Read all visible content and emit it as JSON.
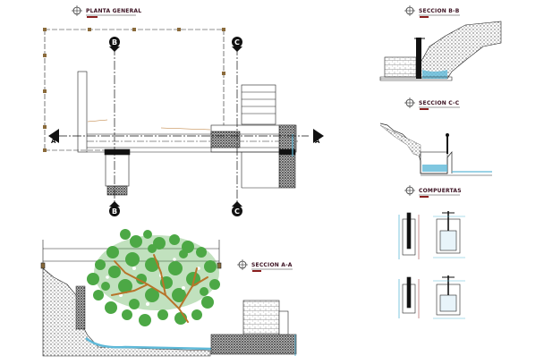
{
  "titles": {
    "planta": "PLANTA GENERAL",
    "seccion_bb": "SECCION B-B",
    "seccion_cc": "SECCION C-C",
    "seccion_aa": "SECCION A-A",
    "compuertas": "COMPUERTAS"
  },
  "markers": {
    "a": "A",
    "b": "B",
    "c": "C"
  },
  "colors": {
    "line": "#111111",
    "dim": "#8a1f1f",
    "water": "#5fb9d8",
    "tree": "#4ca845",
    "branch": "#b8742a",
    "hatch": "#888888"
  }
}
